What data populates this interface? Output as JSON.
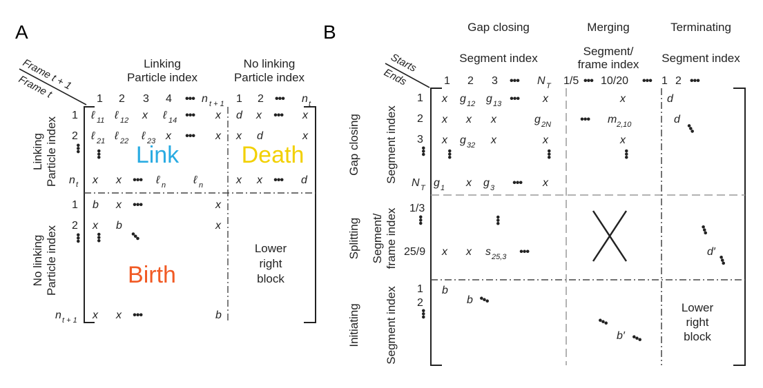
{
  "panel_a": {
    "label": "A",
    "header_linking": [
      "Linking",
      "Particle index"
    ],
    "header_no_linking": [
      "No linking",
      "Particle index"
    ],
    "corner_top": "Frame t + 1",
    "corner_bottom": "Frame t",
    "side_linking": [
      "Linking",
      "Particle index"
    ],
    "side_no_linking": [
      "No linking",
      "Particle index"
    ],
    "col_indices": [
      "1",
      "2",
      "3",
      "4",
      "n",
      "t + 1",
      "1",
      "2",
      "n",
      "t"
    ],
    "row_indices": [
      "1",
      "2",
      "n",
      "t",
      "1",
      "2",
      "n",
      "t + 1"
    ],
    "region_link": "Link",
    "region_death": "Death",
    "region_birth": "Birth",
    "region_lower_right": [
      "Lower",
      "right",
      "block"
    ],
    "colors": {
      "link": "#29abe2",
      "death": "#f2d000",
      "birth": "#f15a24"
    },
    "cells": {
      "ell": "ℓ",
      "x": "x",
      "d": "d",
      "b": "b",
      "sub_11": "11",
      "sub_12": "12",
      "sub_14": "14",
      "sub_21": "21",
      "sub_22": "22",
      "sub_23": "23",
      "n_t": "n",
      "t_sub": "t",
      "ell_last_a_sub": "n",
      "ell_last_b_sub": "n"
    }
  },
  "panel_b": {
    "label": "B",
    "header_gap_closing": "Gap closing",
    "header_merging": "Merging",
    "header_terminating": "Terminating",
    "sub_segment_index": "Segment index",
    "sub_segment_frame": [
      "Segment/",
      "frame index"
    ],
    "sub_segment_index_2": "Segment index",
    "corner_top": "Starts",
    "corner_bottom": "Ends",
    "col_indices": [
      "1",
      "2",
      "3",
      "N",
      "T",
      "1/5",
      "10/20",
      "1",
      "2"
    ],
    "side_gap_closing": "Gap closing",
    "side_splitting": "Splitting",
    "side_initiating": "Initiating",
    "side_segment_index": "Segment index",
    "side_segment_frame": [
      "Segment/",
      "frame index"
    ],
    "side_segment_index_3": "Segment index",
    "row_indices": [
      "1",
      "2",
      "3",
      "N",
      "T",
      "1/3",
      "25/9",
      "1",
      "2"
    ],
    "region_lower_right": [
      "Lower",
      "right",
      "block"
    ],
    "cells": {
      "x": "x",
      "g": "g",
      "m": "m",
      "s": "s",
      "d": "d",
      "d_prime": "d′",
      "b": "b",
      "b_prime": "b′",
      "g12": "12",
      "g13": "13",
      "g2N": "2N",
      "g32": "32",
      "gN1": "1",
      "gN3": "3",
      "m210": "2,10",
      "s253": "25,3"
    }
  }
}
